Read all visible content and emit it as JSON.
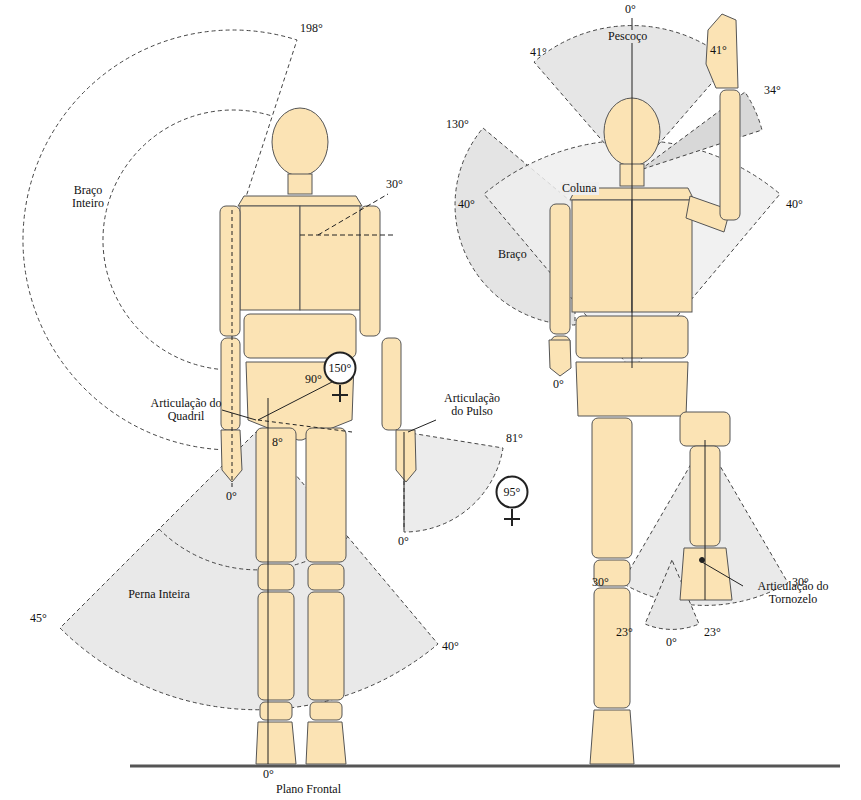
{
  "diagram": {
    "nodes": [
      {
        "text": [
          "150°"
        ]
      },
      {
        "text": [
          "95°"
        ]
      }
    ],
    "labels": [
      "198°",
      "30°",
      "Braço Inteiro",
      "90°",
      "Articulação do Quadril",
      "8°",
      "Articulação do Pulso",
      "81°",
      "0°",
      "0°",
      "45°",
      "Perna Inteira",
      "40°",
      "0°",
      "Plano Frontal",
      "0°",
      "Pescoço",
      "41°",
      "41°",
      "34°",
      "130°",
      "Coluna",
      "40°",
      "40°",
      "Braço",
      "0°",
      "30°",
      "30°",
      "Articulação do Tornozelo",
      "23°",
      "23°",
      "0°"
    ]
  }
}
